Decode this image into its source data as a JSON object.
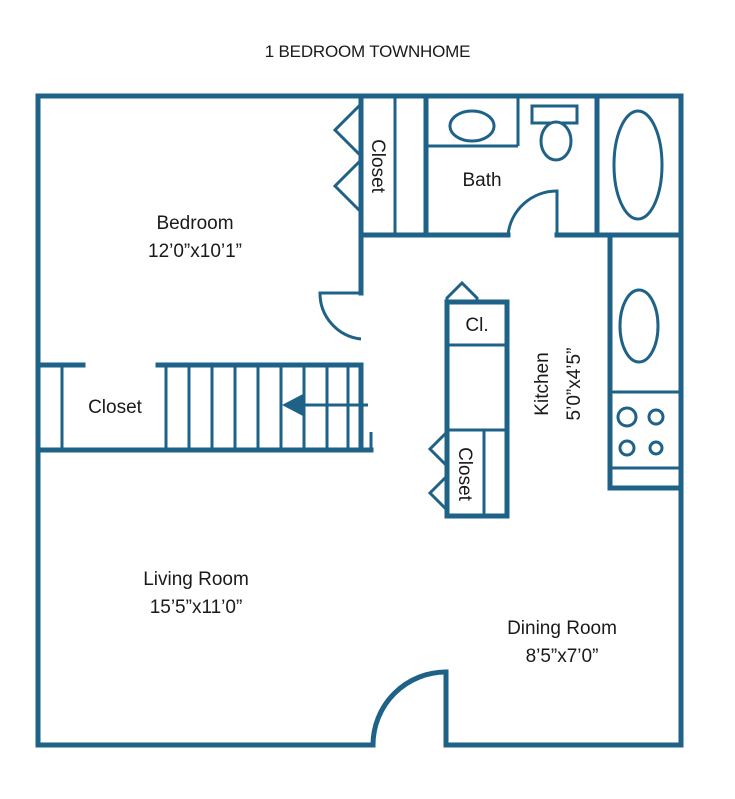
{
  "title": "1 BEDROOM TOWNHOME",
  "colors": {
    "wall": "#1f6287",
    "text": "#1a1a1a",
    "background": "#ffffff"
  },
  "rooms": {
    "bedroom": {
      "name": "Bedroom",
      "dims": "12’0”x10’1”"
    },
    "closet_bedroom": {
      "name": "Closet"
    },
    "bath": {
      "name": "Bath"
    },
    "closet_stair": {
      "name": "Closet"
    },
    "cl": {
      "name": "Cl."
    },
    "kitchen": {
      "name": "Kitchen",
      "dims": "5’0”x4’5”"
    },
    "closet_kitchen": {
      "name": "Closet"
    },
    "living": {
      "name": "Living Room",
      "dims": "15’5”x11’0”"
    },
    "dining": {
      "name": "Dining Room",
      "dims": "8’5”x7’0”"
    }
  },
  "icons": {
    "stair_arrow": "arrow-left-icon",
    "toilet": "toilet-icon",
    "sink": "sink-icon",
    "tub": "bathtub-icon",
    "kitchen_sink": "kitchen-sink-icon",
    "stove": "stove-icon"
  }
}
